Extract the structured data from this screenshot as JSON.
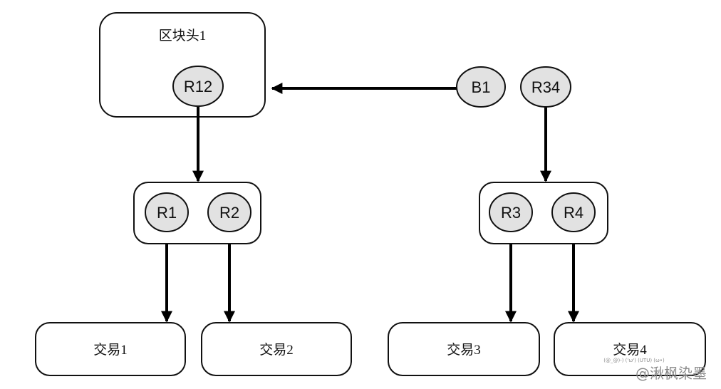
{
  "diagram": {
    "block_header_label": "区块头1",
    "nodes": {
      "r12": "R12",
      "b1": "B1",
      "r34": "R34",
      "r1": "R1",
      "r2": "R2",
      "r3": "R3",
      "r4": "R4"
    },
    "transactions": [
      "交易1",
      "交易2",
      "交易3",
      "交易4"
    ],
    "edges": [
      {
        "from": "B1",
        "to": "区块头1"
      },
      {
        "from": "R12",
        "to": "R1/R2"
      },
      {
        "from": "R34",
        "to": "R3/R4"
      },
      {
        "from": "R1",
        "to": "交易1"
      },
      {
        "from": "R2",
        "to": "交易2"
      },
      {
        "from": "R3",
        "to": "交易3"
      },
      {
        "from": "R4",
        "to": "交易4"
      }
    ],
    "colors": {
      "node_fill": "#e2e2e2",
      "stroke": "#111111",
      "edge": "#000000"
    }
  },
  "watermark": {
    "text": "@湫枫染墨",
    "kaomoji": "(@_@)-) ('ω') (UTU) (ω•)"
  }
}
